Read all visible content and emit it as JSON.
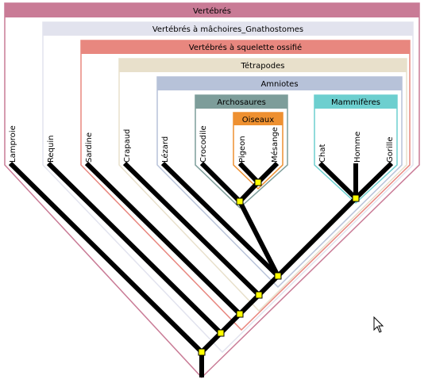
{
  "clades": {
    "vertebres": {
      "label": "Vertébrés",
      "color": "#c97b96"
    },
    "gnathostomes": {
      "label": "Vertébrés à mâchoires_Gnathostomes",
      "color": "#e2e3ee"
    },
    "osseux": {
      "label": "Vertébrés à squelette ossifié",
      "color": "#e8877f"
    },
    "tetrapodes": {
      "label": "Tétrapodes",
      "color": "#e8e0cb"
    },
    "amniotes": {
      "label": "Amniotes",
      "color": "#b7c2d9"
    },
    "archosaures": {
      "label": "Archosaures",
      "color": "#7d9d9a"
    },
    "oiseaux": {
      "label": "Oiseaux",
      "color": "#ee9030"
    },
    "mammiferes": {
      "label": "Mammifères",
      "color": "#6dcfcf"
    }
  },
  "taxa": {
    "lamproie": "Lamproie",
    "requin": "Requin",
    "sardine": "Sardine",
    "crapaud": "Crapaud",
    "lezard": "Lézard",
    "crocodile": "Crocodile",
    "pigeon": "Pigeon",
    "mesange": "Mésange",
    "chat": "Chat",
    "homme": "Homme",
    "gorille": "Gorille"
  },
  "node_color": "#ffff00",
  "branch_color": "#000000"
}
